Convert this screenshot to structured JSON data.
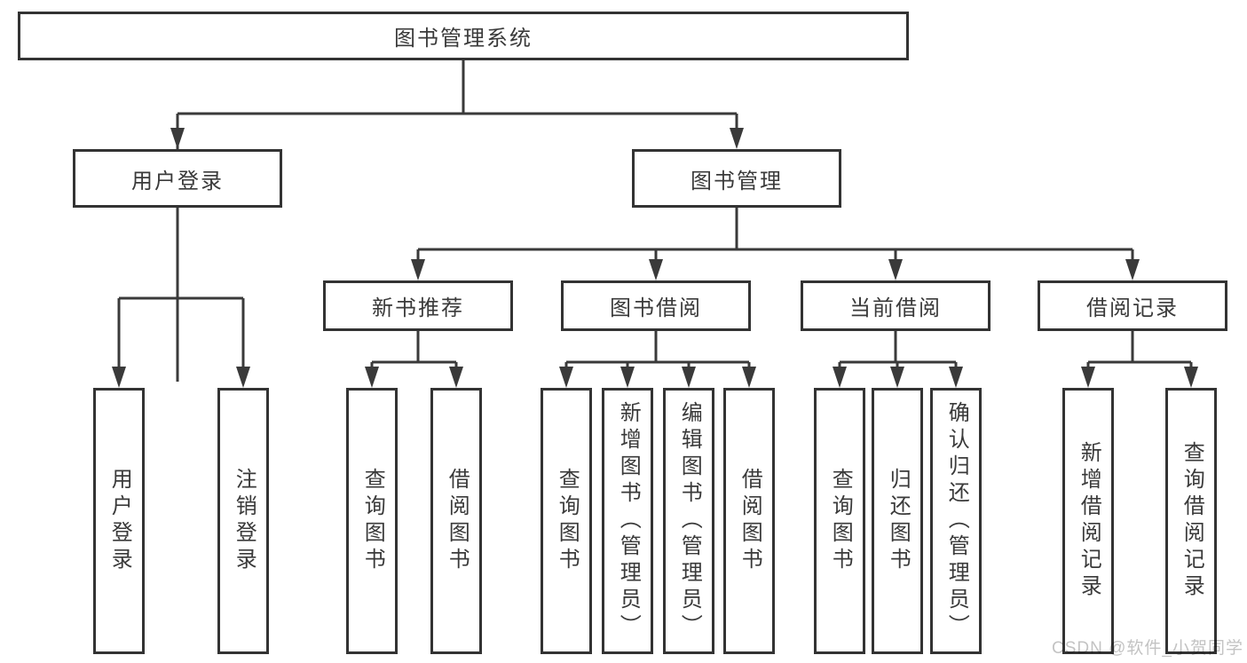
{
  "diagram": {
    "root": {
      "label": "图书管理系统"
    },
    "level2": [
      {
        "label": "用户登录",
        "children": [
          {
            "label": "用户登录"
          },
          {
            "label": "注销登录"
          }
        ]
      },
      {
        "label": "图书管理",
        "children": [
          {
            "label": "新书推荐",
            "children": [
              {
                "label": "查询图书"
              },
              {
                "label": "借阅图书"
              }
            ]
          },
          {
            "label": "图书借阅",
            "children": [
              {
                "label": "查询图书"
              },
              {
                "label": "新增图书（管理员）"
              },
              {
                "label": "编辑图书（管理员）"
              },
              {
                "label": "借阅图书"
              }
            ]
          },
          {
            "label": "当前借阅",
            "children": [
              {
                "label": "查询图书"
              },
              {
                "label": "归还图书"
              },
              {
                "label": "确认归还（管理员）"
              }
            ]
          },
          {
            "label": "借阅记录",
            "children": [
              {
                "label": "新增借阅记录"
              },
              {
                "label": "查询借阅记录"
              }
            ]
          }
        ]
      }
    ]
  },
  "watermark": {
    "text": "CSDN @软件_小贺同学"
  },
  "colors": {
    "line": "#3a3a3a",
    "box_border": "#333333",
    "text": "#3a3a3a",
    "background": "#ffffff",
    "watermark": "#c3c3c3"
  }
}
